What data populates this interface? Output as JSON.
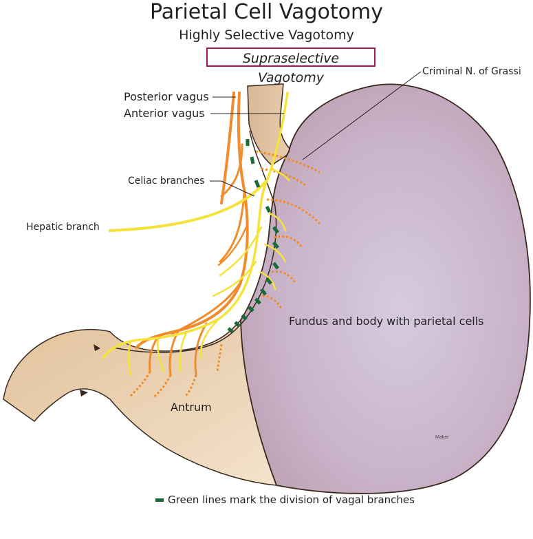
{
  "title": "Parietal Cell Vagotomy",
  "subtitle": "Highly Selective Vagotomy",
  "boxed_subtitle": "Supraselective Vagotomy",
  "labels": {
    "posterior_vagus": "Posterior vagus",
    "anterior_vagus": "Anterior vagus",
    "criminal_n": "Criminal N. of Grassi",
    "celiac": "Celiac branches",
    "hepatic": "Hepatic branch",
    "fundus": "Fundus and body with parietal cells",
    "antrum": "Antrum",
    "maker": "Maker"
  },
  "legend": {
    "text": "Green lines mark the division of vagal branches",
    "color": "#1a6b3a"
  },
  "colors": {
    "stomach_body": "#cdb2c6",
    "antrum": "#e9cfaf",
    "outline": "#3a2a1e",
    "posterior_vagus": "#f08c2c",
    "anterior_vagus": "#f5e23a",
    "division_marks": "#1a6b3a",
    "box_border": "#a3185a"
  }
}
